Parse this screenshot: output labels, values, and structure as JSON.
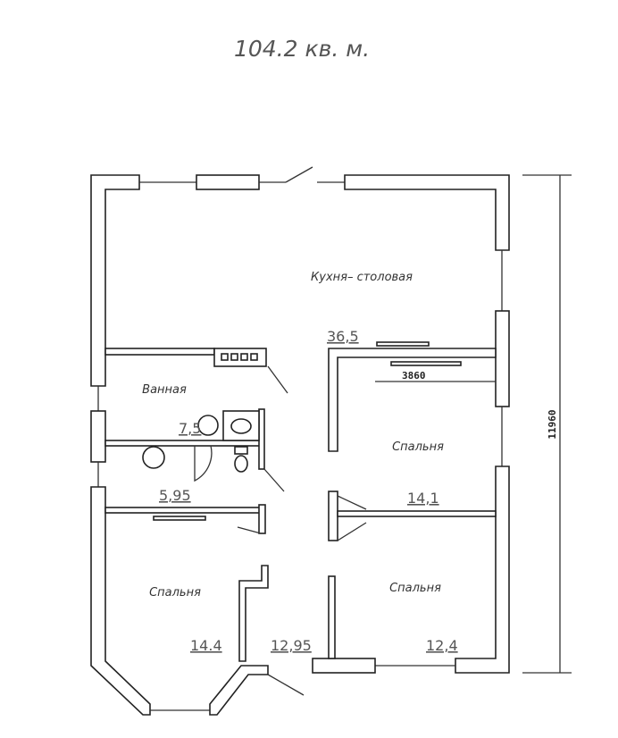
{
  "title": "104.2 кв. м.",
  "rooms": [
    {
      "name": "Кухня– столовая",
      "area": "36,5"
    },
    {
      "name": "Ванная",
      "area": "7,5"
    },
    {
      "name": "",
      "area": "5,95"
    },
    {
      "name": "Спальня",
      "area": "14,1"
    },
    {
      "name": "Спальня",
      "area": "14.4"
    },
    {
      "name": "",
      "area": "12,95"
    },
    {
      "name": "Спальня",
      "area": "12,4"
    }
  ],
  "dimensions": {
    "overall_height": "11960",
    "inner_width": "3860"
  }
}
